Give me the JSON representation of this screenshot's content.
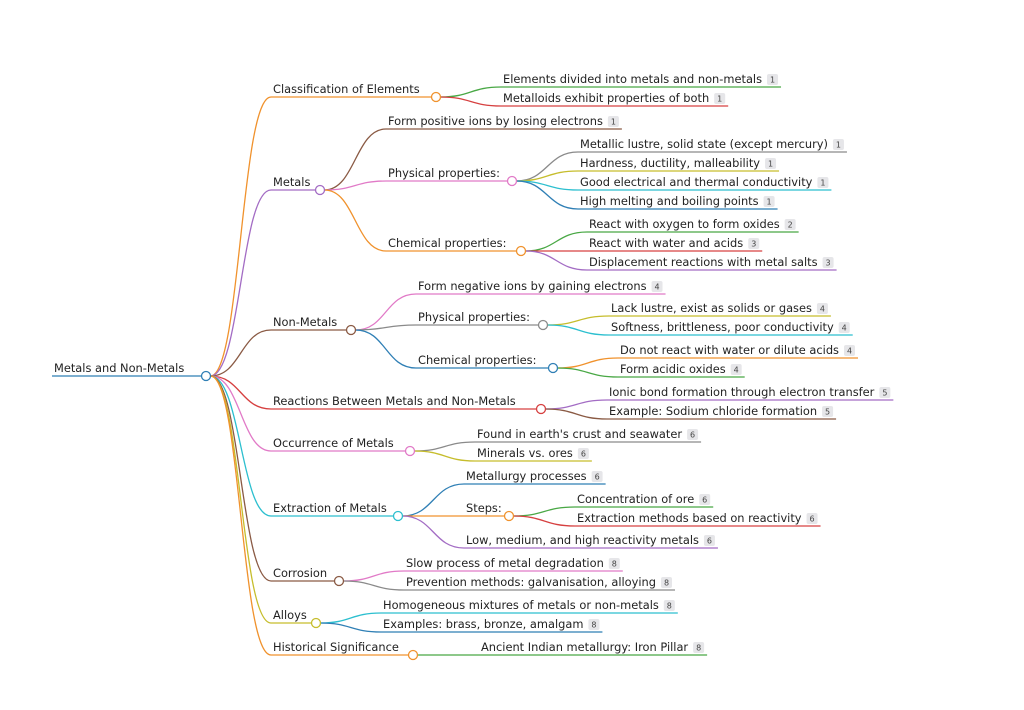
{
  "mindmap": {
    "root": {
      "label": "Metals and Non-Metals",
      "color": "#2f7fb5",
      "children": [
        {
          "label": "Classification of Elements",
          "color": "#f0922d",
          "children": [
            {
              "label": "Elements divided into metals and non-metals",
              "badge": "1",
              "color": "#49a845"
            },
            {
              "label": "Metalloids exhibit properties of both",
              "badge": "1",
              "color": "#d64040"
            }
          ]
        },
        {
          "label": "Metals",
          "color": "#a36cc4",
          "children": [
            {
              "label": "Form positive ions by losing electrons",
              "badge": "1",
              "color": "#8a5a44"
            },
            {
              "label": "Physical properties:",
              "color": "#e17ac7",
              "children": [
                {
                  "label": "Metallic lustre, solid state (except mercury)",
                  "badge": "1",
                  "color": "#8a8a8a"
                },
                {
                  "label": "Hardness, ductility, malleability",
                  "badge": "1",
                  "color": "#c6bd2c"
                },
                {
                  "label": "Good electrical and thermal conductivity",
                  "badge": "1",
                  "color": "#2cbfcf"
                },
                {
                  "label": "High melting and boiling points",
                  "badge": "1",
                  "color": "#2f7fb5"
                }
              ]
            },
            {
              "label": "Chemical properties:",
              "color": "#f0922d",
              "children": [
                {
                  "label": "React with oxygen to form oxides",
                  "badge": "2",
                  "color": "#49a845"
                },
                {
                  "label": "React with water and acids",
                  "badge": "3",
                  "color": "#d64040"
                },
                {
                  "label": "Displacement reactions with metal salts",
                  "badge": "3",
                  "color": "#a36cc4"
                }
              ]
            }
          ]
        },
        {
          "label": "Non-Metals",
          "color": "#8a5a44",
          "children": [
            {
              "label": "Form negative ions by gaining electrons",
              "badge": "4",
              "color": "#e17ac7"
            },
            {
              "label": "Physical properties:",
              "color": "#8a8a8a",
              "children": [
                {
                  "label": "Lack lustre, exist as solids or gases",
                  "badge": "4",
                  "color": "#c6bd2c"
                },
                {
                  "label": "Softness, brittleness, poor conductivity",
                  "badge": "4",
                  "color": "#2cbfcf"
                }
              ]
            },
            {
              "label": "Chemical properties:",
              "color": "#2f7fb5",
              "children": [
                {
                  "label": "Do not react with water or dilute acids",
                  "badge": "4",
                  "color": "#f0922d"
                },
                {
                  "label": "Form acidic oxides",
                  "badge": "4",
                  "color": "#49a845"
                }
              ]
            }
          ]
        },
        {
          "label": "Reactions Between Metals and Non-Metals",
          "color": "#d64040",
          "children": [
            {
              "label": "Ionic bond formation through electron transfer",
              "badge": "5",
              "color": "#a36cc4"
            },
            {
              "label": "Example: Sodium chloride formation",
              "badge": "5",
              "color": "#8a5a44"
            }
          ]
        },
        {
          "label": "Occurrence of Metals",
          "color": "#e17ac7",
          "children": [
            {
              "label": "Found in earth's crust and seawater",
              "badge": "6",
              "color": "#8a8a8a"
            },
            {
              "label": "Minerals vs. ores",
              "badge": "6",
              "color": "#c6bd2c"
            }
          ]
        },
        {
          "label": "Extraction of Metals",
          "color": "#2cbfcf",
          "children": [
            {
              "label": "Metallurgy processes",
              "badge": "6",
              "color": "#2f7fb5"
            },
            {
              "label": "Steps:",
              "color": "#f0922d",
              "children": [
                {
                  "label": "Concentration of ore",
                  "badge": "6",
                  "color": "#49a845"
                },
                {
                  "label": "Extraction methods based on reactivity",
                  "badge": "6",
                  "color": "#d64040"
                }
              ]
            },
            {
              "label": "Low, medium, and high reactivity metals",
              "badge": "6",
              "color": "#a36cc4"
            }
          ]
        },
        {
          "label": "Corrosion",
          "color": "#8a5a44",
          "children": [
            {
              "label": "Slow process of metal degradation",
              "badge": "8",
              "color": "#e17ac7"
            },
            {
              "label": "Prevention methods: galvanisation, alloying",
              "badge": "8",
              "color": "#8a8a8a"
            }
          ]
        },
        {
          "label": "Alloys",
          "color": "#c6bd2c",
          "children": [
            {
              "label": "Homogeneous mixtures of metals or non-metals",
              "badge": "8",
              "color": "#2cbfcf"
            },
            {
              "label": "Examples: brass, bronze, amalgam",
              "badge": "8",
              "color": "#2f7fb5"
            }
          ]
        },
        {
          "label": "Historical Significance",
          "color": "#f0922d",
          "children": [
            {
              "label": "Ancient Indian metallurgy: Iron Pillar",
              "badge": "8",
              "color": "#49a845"
            }
          ]
        }
      ]
    }
  }
}
